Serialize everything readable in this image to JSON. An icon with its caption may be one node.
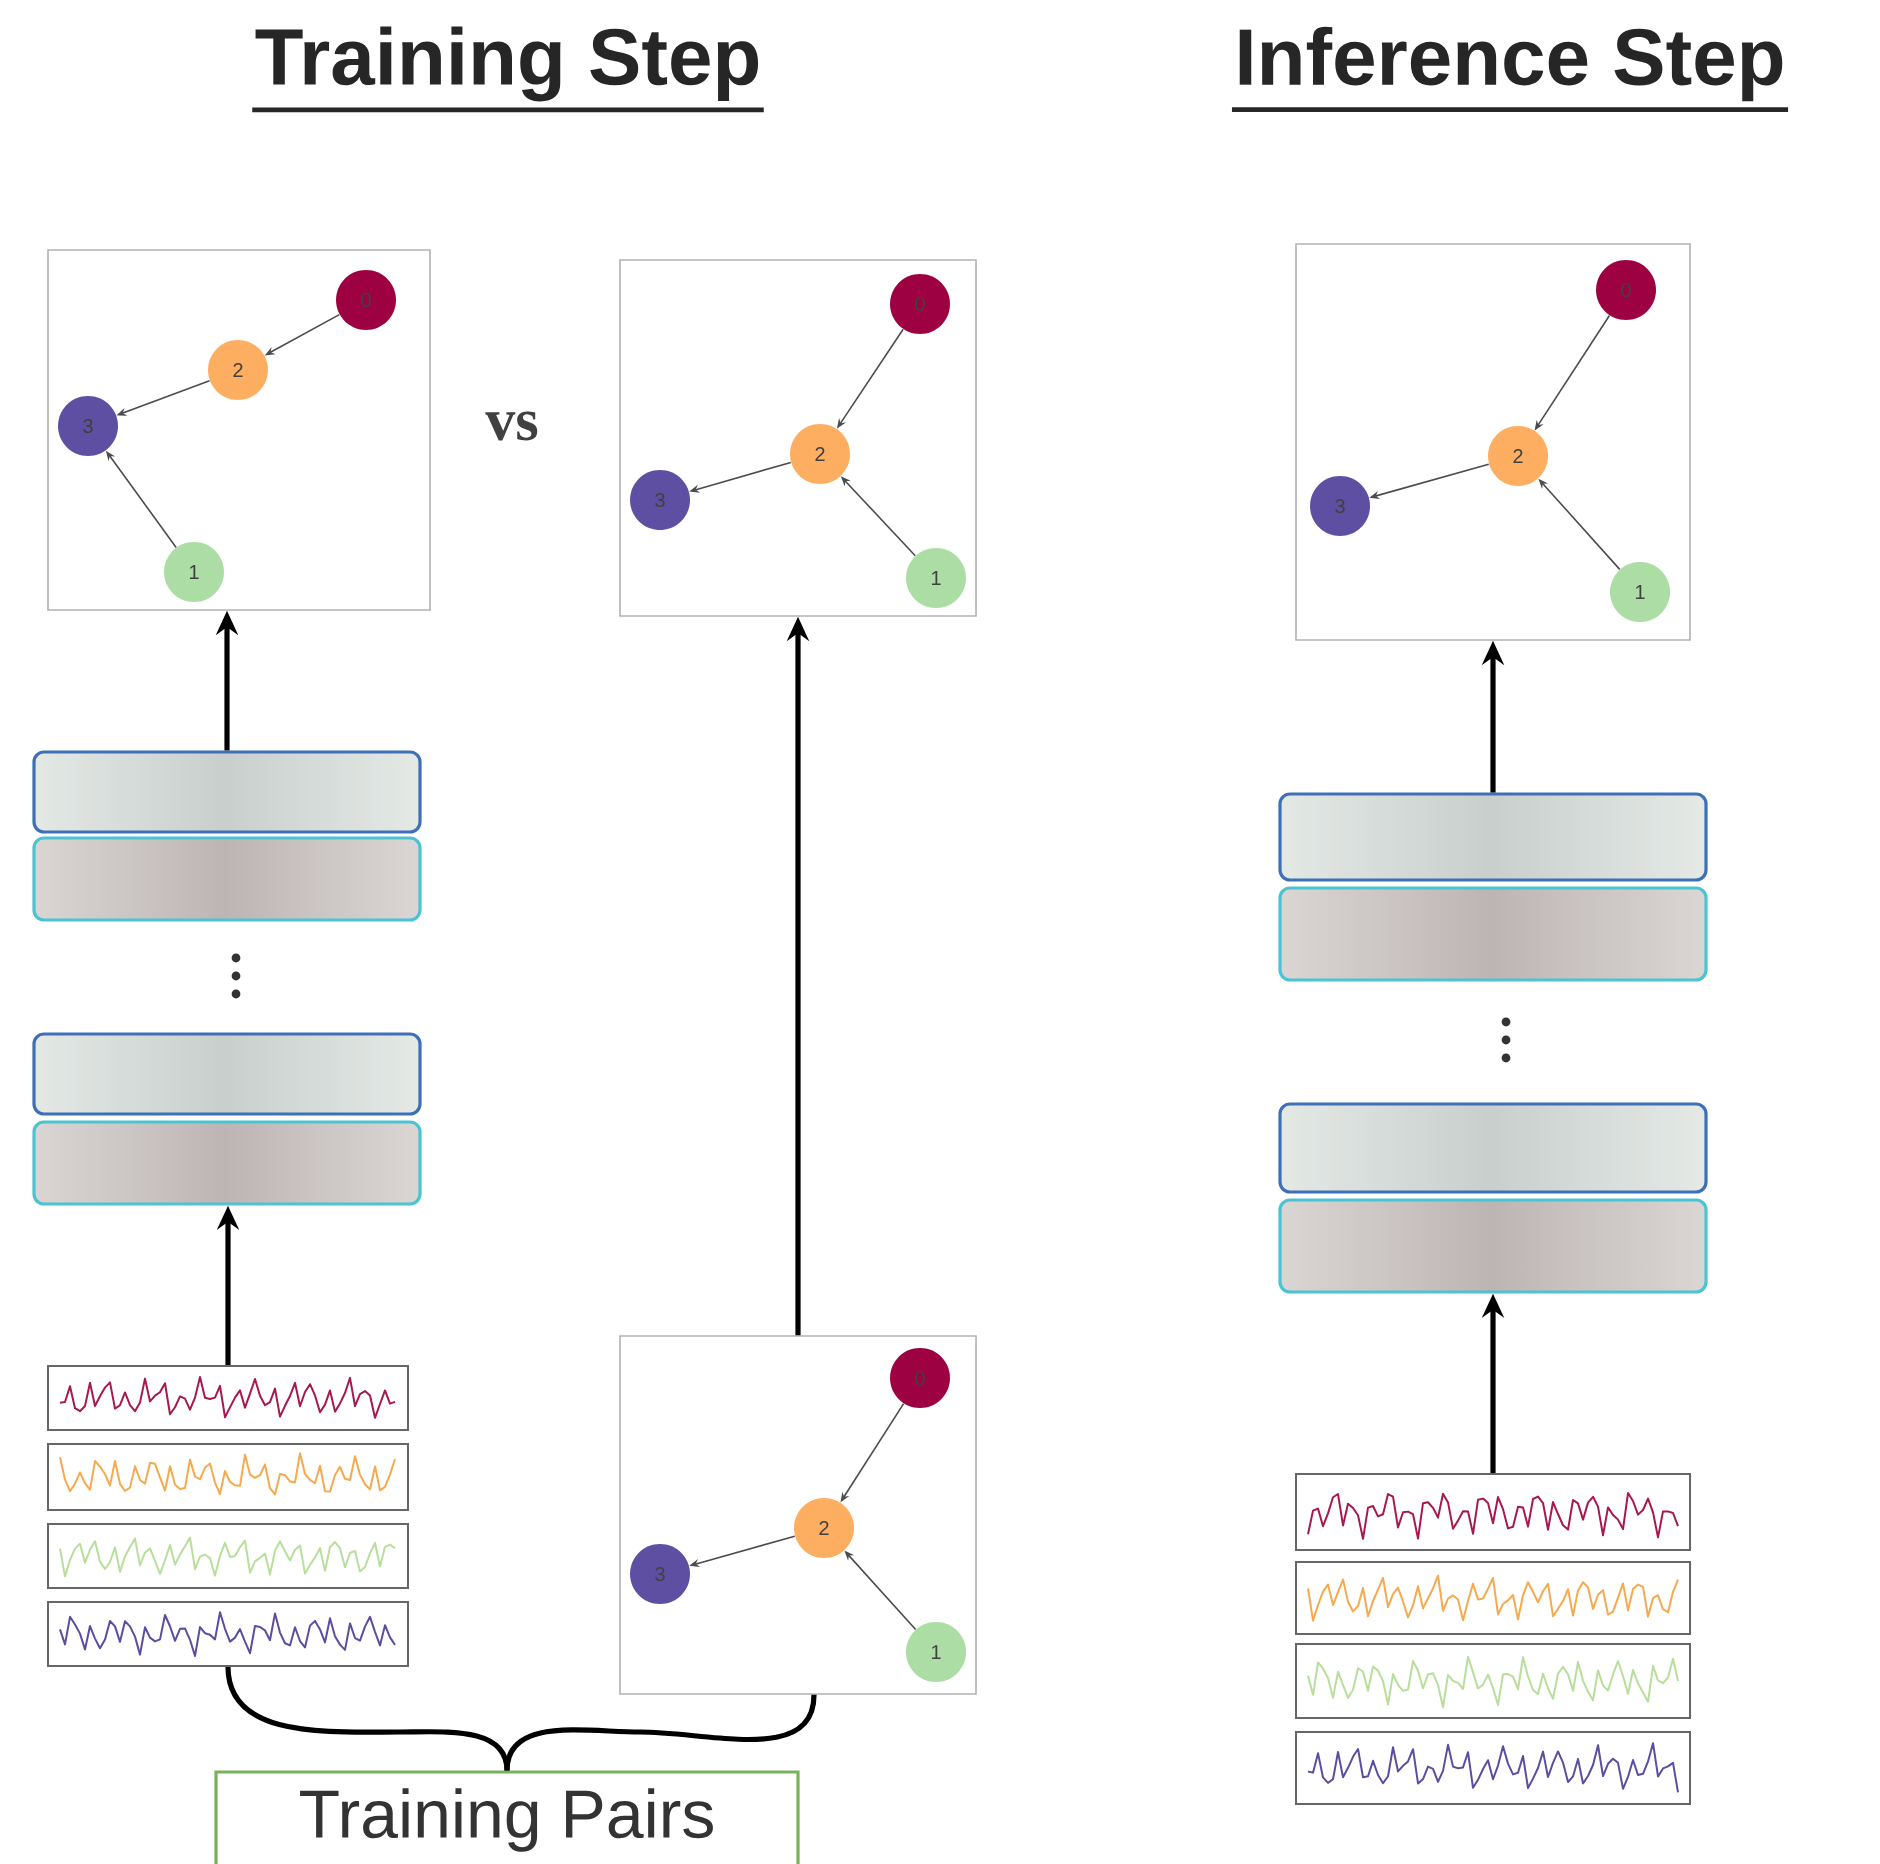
{
  "diagram": {
    "nodes": [
      {
        "text": [],
        "shape": "box"
      },
      {
        "text": [
          "0"
        ],
        "in": 0
      },
      {
        "text": [
          "2"
        ],
        "in": 0
      },
      {
        "text": [
          "3"
        ],
        "in": 0
      },
      {
        "text": [
          "1"
        ],
        "in": 0
      },
      {
        "text": [],
        "shape": "box"
      },
      {
        "text": [
          "0"
        ],
        "in": 5
      },
      {
        "text": [
          "2"
        ],
        "in": 5
      },
      {
        "text": [
          "3"
        ],
        "in": 5
      },
      {
        "text": [
          "1"
        ],
        "in": 5
      },
      {
        "text": [],
        "shape": "box"
      },
      {
        "text": [
          "0"
        ],
        "in": 10
      },
      {
        "text": [
          "2"
        ],
        "in": 10
      },
      {
        "text": [
          "3"
        ],
        "in": 10
      },
      {
        "text": [
          "1"
        ],
        "in": 10
      },
      {
        "text": [],
        "shape": "box"
      },
      {
        "text": [],
        "shape": "box"
      },
      {
        "text": [],
        "shape": "box"
      },
      {
        "text": [],
        "shape": "box"
      },
      {
        "text": [],
        "shape": "box"
      },
      {
        "text": [],
        "shape": "box"
      },
      {
        "text": [],
        "shape": "box"
      },
      {
        "text": [],
        "shape": "box"
      },
      {
        "text": [],
        "shape": "picture"
      },
      {
        "text": [],
        "shape": "picture"
      },
      {
        "text": [],
        "shape": "picture"
      },
      {
        "text": [],
        "shape": "picture"
      },
      {
        "text": [],
        "shape": "picture"
      },
      {
        "text": [],
        "shape": "picture"
      },
      {
        "text": [],
        "shape": "picture"
      },
      {
        "text": [],
        "shape": "picture"
      },
      {
        "text": [],
        "shape": "box"
      },
      {
        "text": [
          "0"
        ],
        "in": 31
      },
      {
        "text": [
          "2"
        ],
        "in": 31
      },
      {
        "text": [
          "3"
        ],
        "in": 31
      },
      {
        "text": [
          "1"
        ],
        "in": 31
      },
      {
        "text": [
          "Training Pairs"
        ]
      }
    ],
    "edges": [
      {
        "from": 1,
        "to": 2,
        "arrow": "to"
      },
      {
        "from": 2,
        "to": 3,
        "arrow": "to"
      },
      {
        "from": 4,
        "to": 3,
        "arrow": "to"
      },
      {
        "from": 6,
        "to": 7,
        "arrow": "to"
      },
      {
        "from": 7,
        "to": 8,
        "arrow": "to"
      },
      {
        "from": 9,
        "to": 7,
        "arrow": "to"
      },
      {
        "from": 11,
        "to": 12,
        "arrow": "to"
      },
      {
        "from": 12,
        "to": 13,
        "arrow": "to"
      },
      {
        "from": 14,
        "to": 12,
        "arrow": "to"
      },
      {
        "from": 32,
        "to": 33,
        "arrow": "to"
      },
      {
        "from": 33,
        "to": 34,
        "arrow": "to"
      },
      {
        "from": 35,
        "to": 33,
        "arrow": "to"
      },
      {
        "from": 23,
        "to": 18,
        "arrow": "to",
        "style": "thick"
      },
      {
        "from": 15,
        "to": 0,
        "arrow": "to",
        "style": "thick"
      },
      {
        "from": 31,
        "to": 5,
        "arrow": "to",
        "style": "thick"
      },
      {
        "from": 27,
        "to": 22,
        "arrow": "to",
        "style": "thick"
      },
      {
        "from": 19,
        "to": 10,
        "arrow": "to",
        "style": "thick"
      },
      {
        "from": 26,
        "to": 36,
        "arrow": "none",
        "style": "thick"
      },
      {
        "from": 31,
        "to": 36,
        "arrow": "none",
        "style": "thick"
      }
    ],
    "labels": [
      "Training Step",
      "Inference Step",
      "vs"
    ]
  }
}
